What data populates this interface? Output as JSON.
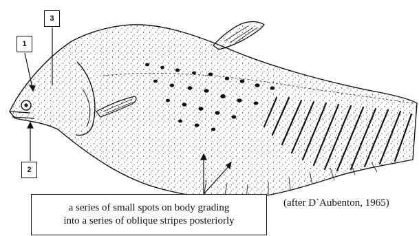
{
  "labels": {
    "marker_1": "1",
    "marker_2": "2",
    "marker_3": "3"
  },
  "callout": {
    "line1": "a series of small spots on body grading",
    "line2": "into a series of oblique stripes posteriorly"
  },
  "credit": "(after D`Aubenton, 1965)",
  "colors": {
    "ink": "#111111",
    "background": "#ffffff"
  }
}
